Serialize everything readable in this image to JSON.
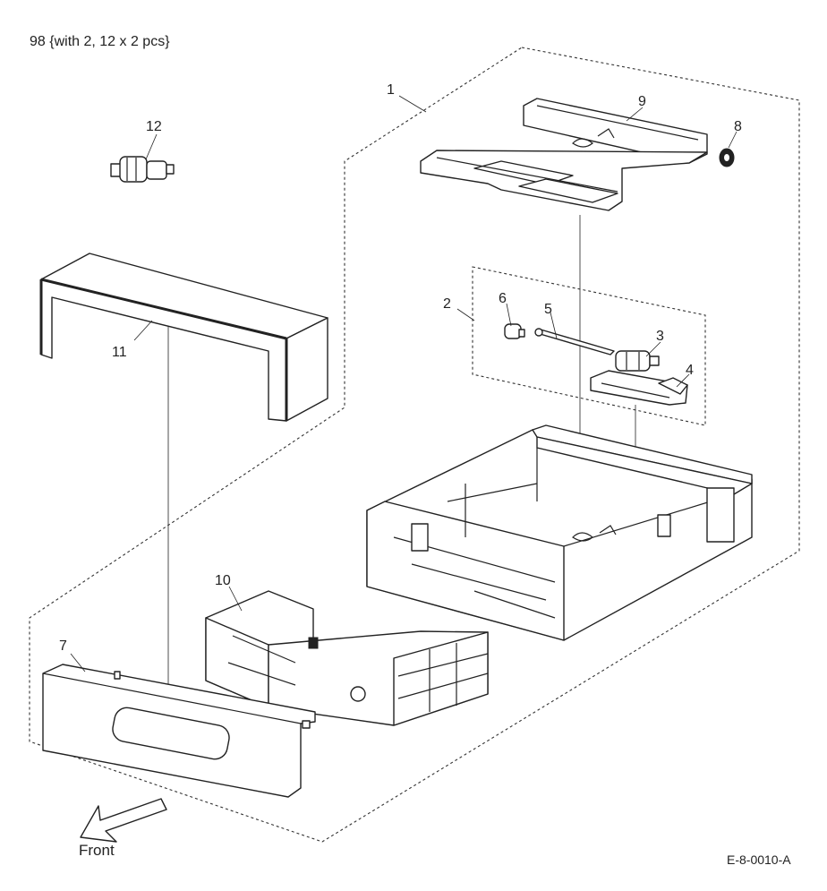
{
  "heading": "98 {with 2, 12 x 2 pcs}",
  "document_id": "E-8-0010-A",
  "direction_label": "Front",
  "callouts": [
    "1",
    "2",
    "3",
    "4",
    "5",
    "6",
    "7",
    "8",
    "9",
    "10",
    "11",
    "12"
  ]
}
